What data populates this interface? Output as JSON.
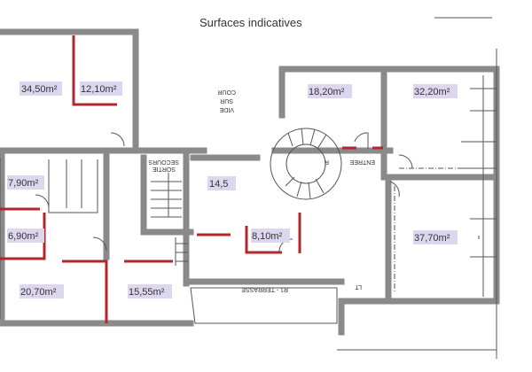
{
  "title": "Surfaces indicatives",
  "rooms": [
    {
      "area": "34,50m²"
    },
    {
      "area": "12,10m²"
    },
    {
      "area": "7,90m²"
    },
    {
      "area": "6,90m²"
    },
    {
      "area": "20,70m²"
    },
    {
      "area": "15,55m²"
    },
    {
      "area": "14,5"
    },
    {
      "area": "8,10m²"
    },
    {
      "area": "18,20m²"
    },
    {
      "area": "32,20m²"
    },
    {
      "area": "37,70m²"
    }
  ],
  "annotations": {
    "vide": "VIDE",
    "sur": "SUR",
    "cour": "COUR",
    "sortie": "SORTIE",
    "secours": "SECOURS",
    "entree": "ENTREE",
    "r": "R",
    "terrasse": "R1 - TERRASSE",
    "lt": "LT"
  },
  "colors": {
    "partition": "#b3262b",
    "label_bg": "#dcd6ee",
    "wall": "#8a8a8a"
  }
}
